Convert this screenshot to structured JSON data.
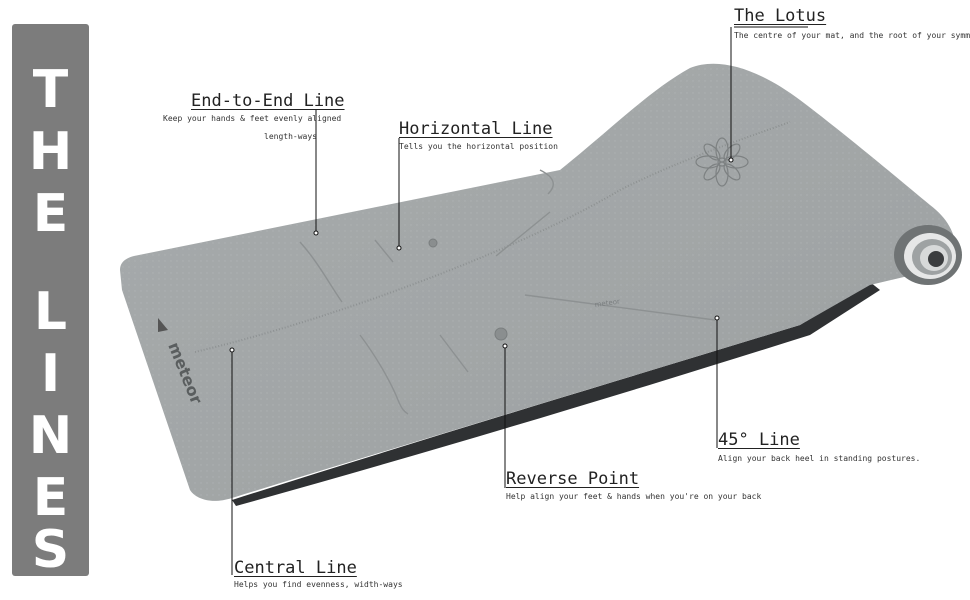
{
  "sidebar": {
    "letters": [
      "T",
      "H",
      "E",
      "L",
      "I",
      "N",
      "E",
      "S"
    ]
  },
  "mat": {
    "brand": "meteor",
    "imprint": "meteor"
  },
  "callouts": {
    "lotus": {
      "title": "The Lotus",
      "desc": "The centre of your mat, and the root of your symmetry."
    },
    "end_to_end": {
      "title": "End-to-End Line",
      "desc_line1": "Keep your hands & feet evenly aligned",
      "desc_line2": "length-ways"
    },
    "horizontal": {
      "title": "Horizontal Line",
      "desc": "Tells you the horizontal position"
    },
    "forty_five": {
      "title": "45° Line",
      "desc": "Align your back heel in standing postures."
    },
    "reverse": {
      "title": "Reverse Point",
      "desc": "Help align your feet & hands when you're on your back"
    },
    "central": {
      "title": "Central Line",
      "desc": "Helps you find evenness, width-ways"
    }
  },
  "colors": {
    "sidebar": "#7c7c7c",
    "mat": "#a3a7a8",
    "mat_edge": "#2f3133"
  }
}
